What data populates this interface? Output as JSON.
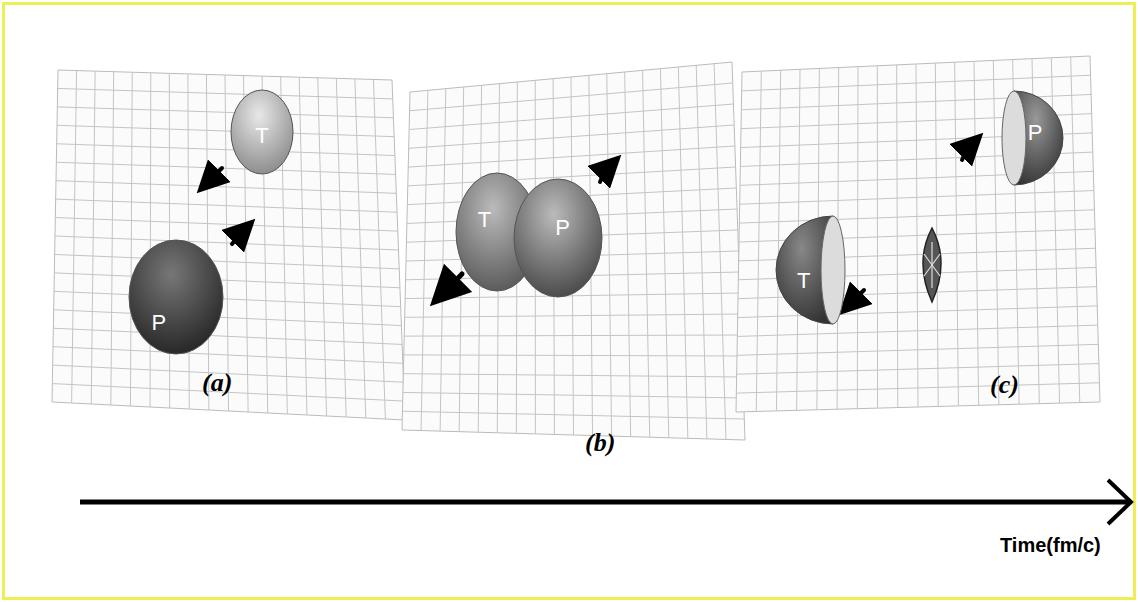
{
  "diagram": {
    "nodes": [
      {
        "text": [
          "T"
        ]
      },
      {
        "text": [
          "P"
        ]
      },
      {
        "text": [
          "T"
        ]
      },
      {
        "text": [
          "P"
        ]
      },
      {
        "text": [
          "T"
        ]
      },
      {
        "text": [
          "P"
        ]
      }
    ],
    "labels": [
      "(a)",
      "(b)",
      "(c)",
      "Time(fm/c)"
    ]
  }
}
